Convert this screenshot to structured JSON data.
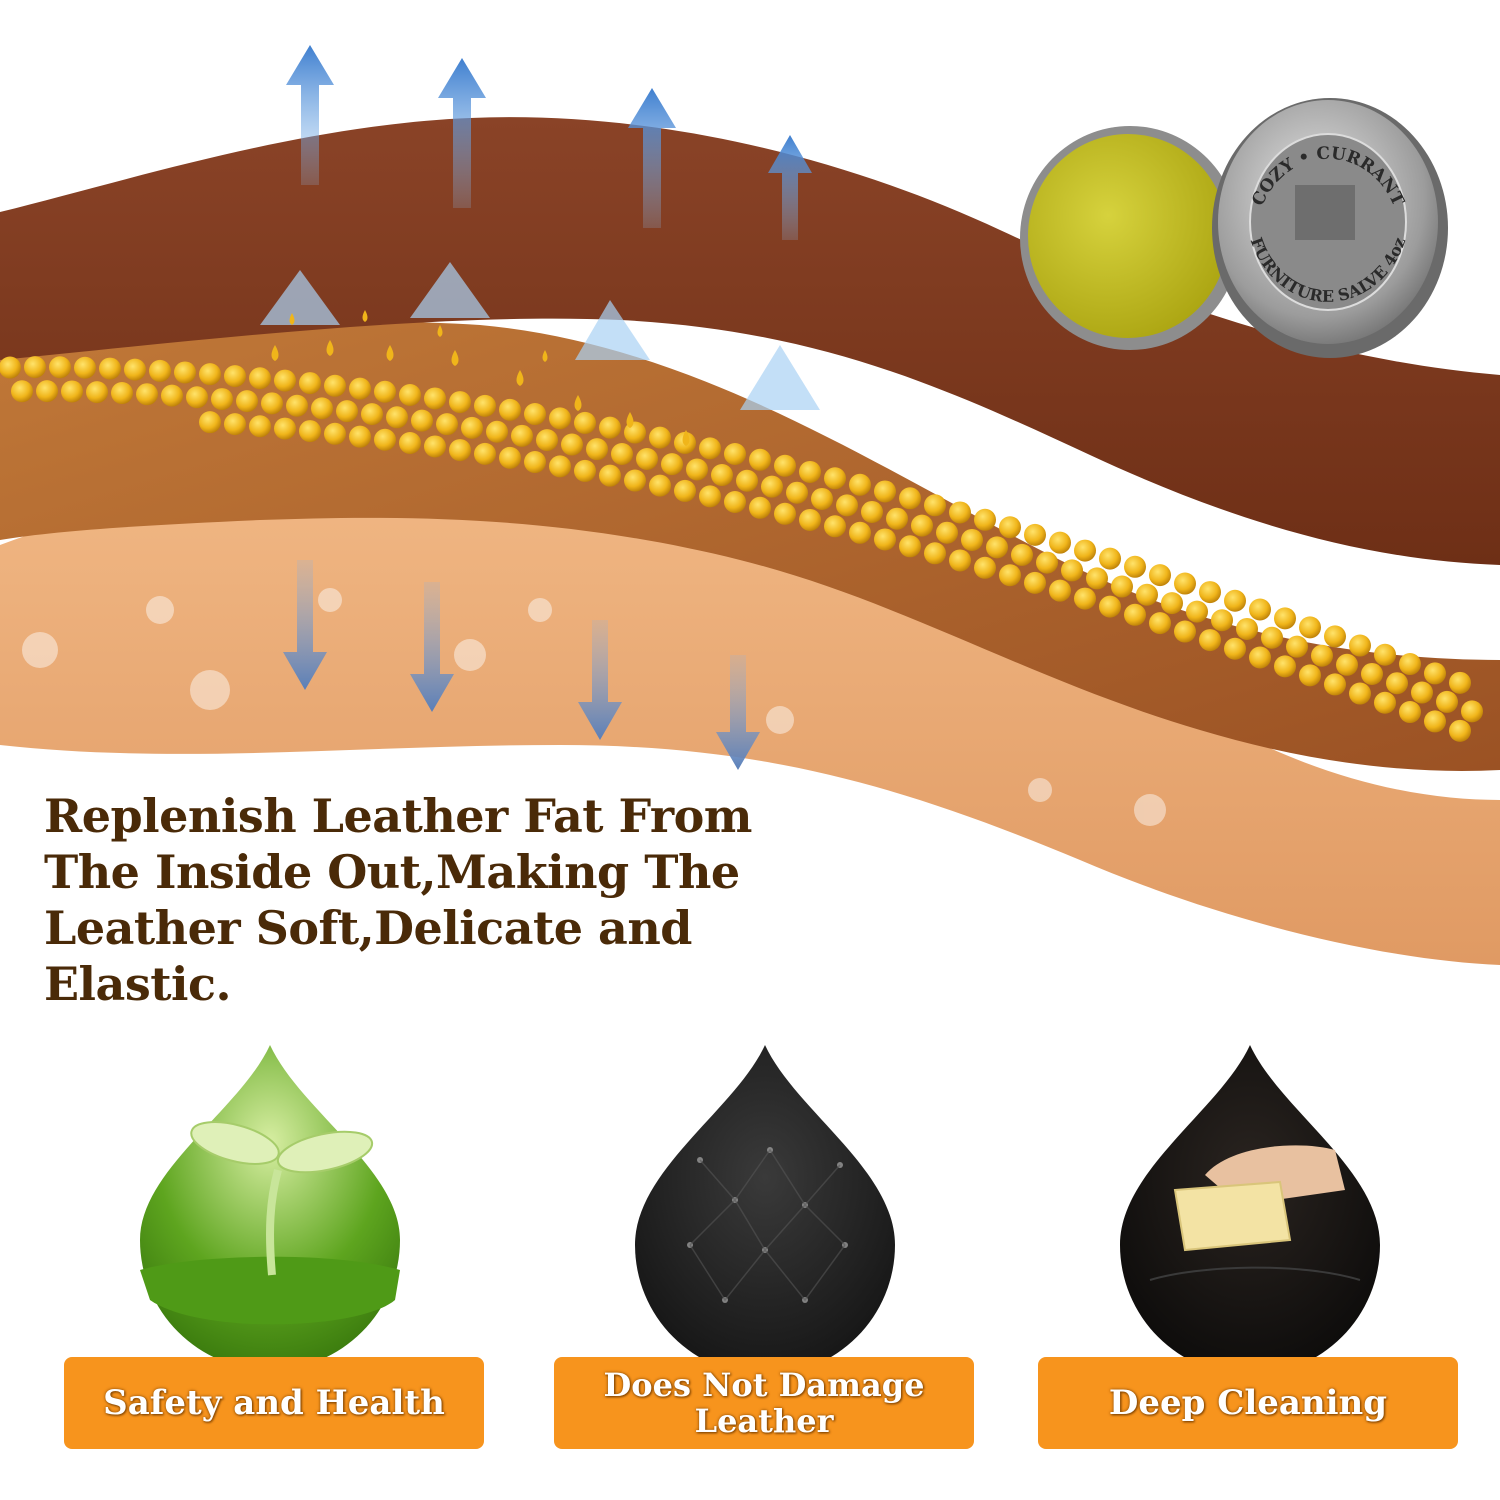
{
  "product_tin": {
    "brand_top": "COZY • CURRANT",
    "product_name": "FURNITURE SALVE",
    "size": "4oz"
  },
  "headline": {
    "line1": "Replenish Leather Fat From",
    "line2": "The Inside Out,Making The",
    "line3": "Leather Soft,Delicate and",
    "line4": "Elastic."
  },
  "features": [
    {
      "icon": "sprout-icon",
      "line1": "Safety and Health",
      "line2": ""
    },
    {
      "icon": "tufted-leather-icon",
      "line1": "Does Not Damage",
      "line2": "Leather"
    },
    {
      "icon": "sponge-cleaning-icon",
      "line1": "Deep Cleaning",
      "line2": ""
    }
  ],
  "colors": {
    "badge": "#f7941d",
    "headline_text": "#4a2a08",
    "leather_top": "#7e3a1e",
    "leather_middle": "#b5652c",
    "leather_bottom": "#e8a66e",
    "salve": "#c9c22a"
  }
}
